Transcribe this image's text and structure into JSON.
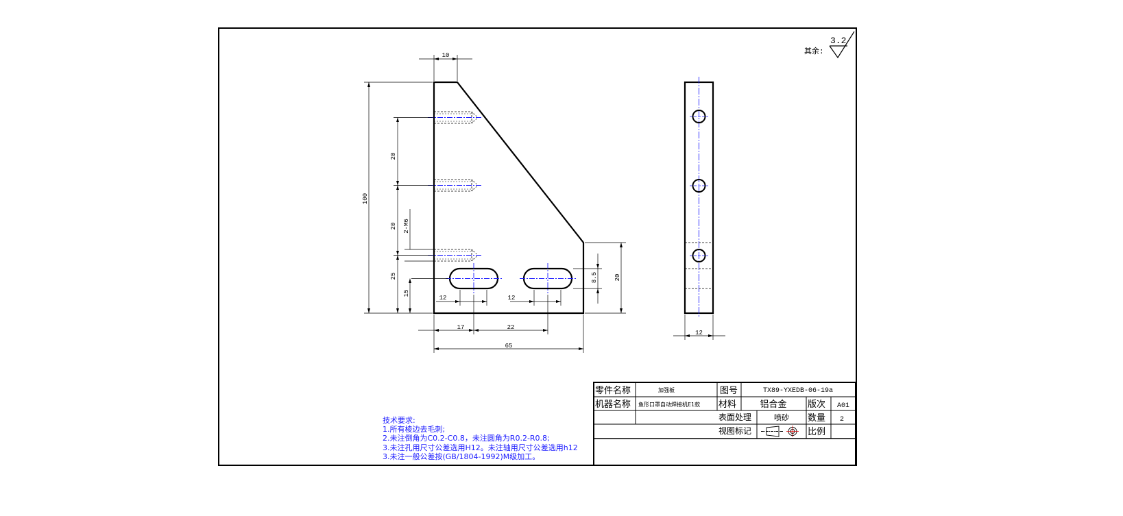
{
  "drawing": {
    "dimensions": {
      "top_width": "10",
      "height_total": "100",
      "spacing_upper": "20",
      "spacing_middle": "20",
      "thread_callout": "2-M6",
      "slot_height_from_bottom": "25",
      "slot_center_from_bottom": "15",
      "slot_width": "8.5",
      "right_height": "20",
      "slot_length_left": "12",
      "slot_length_right": "12",
      "offset_17": "17",
      "offset_22": "22",
      "overall_width": "65",
      "side_width": "12"
    },
    "roughness": {
      "label": "其余:",
      "value": "3.2"
    }
  },
  "title_block": {
    "part_name_label": "零件名称",
    "part_name_value": "加强板",
    "drawing_no_label": "图号",
    "drawing_no_value": "TX89-YXEDB-06-19a",
    "machine_name_label": "机器名称",
    "machine_name_value": "鱼形口罩自动焊接机E1款",
    "material_label": "材料",
    "material_value": "铝合金",
    "revision_label": "版次",
    "revision_value": "A01",
    "surface_label": "表面处理",
    "surface_value": "喷砂",
    "quantity_label": "数量",
    "quantity_value": "2",
    "view_label": "视图标记",
    "scale_label": "比例"
  },
  "tech_requirements": {
    "title": "技术要求:",
    "lines": [
      "1.所有棱边去毛刺;",
      "2.未注倒角为C0.2-C0.8，未注圆角为R0.2-R0.8;",
      "3.未注孔用尺寸公差选用H12。未注轴用尺寸公差选用h12",
      "3.未注一般公差按(GB/1804-1992)M级加工。"
    ]
  }
}
